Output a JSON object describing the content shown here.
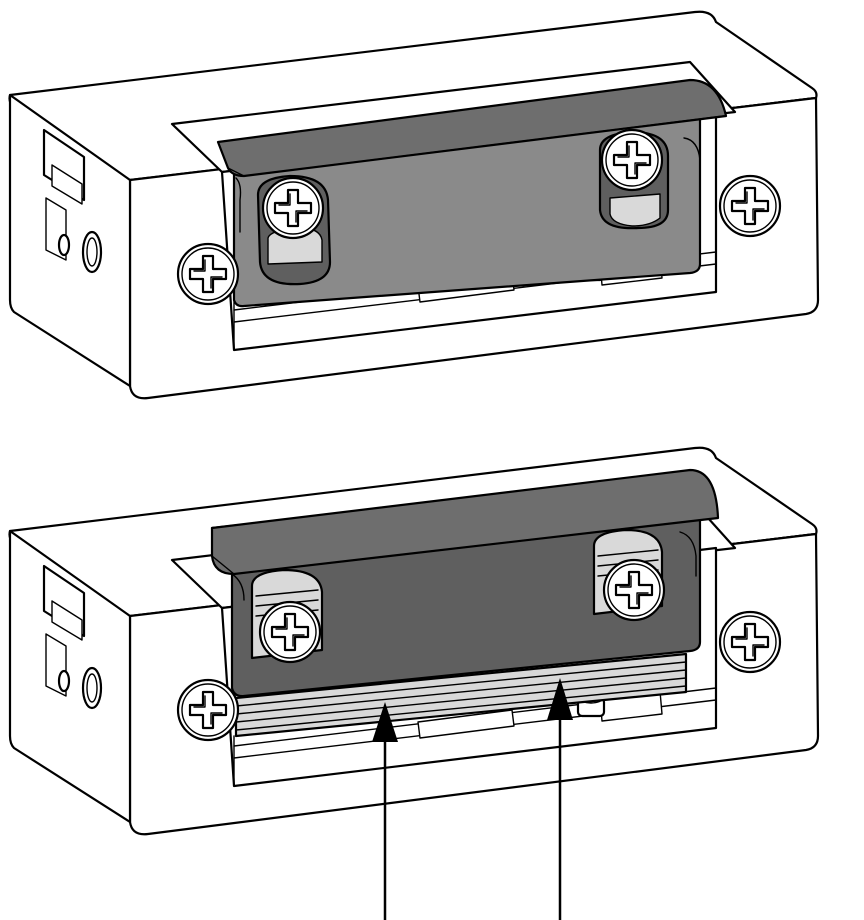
{
  "figure": {
    "views": [
      {
        "state": "upper"
      },
      {
        "state": "lower"
      }
    ],
    "arrow_count": 2
  },
  "colors": {
    "background": "#ffffff",
    "outline": "#000000",
    "body_fill": "#ffffff",
    "latch_fill": "#5f5f5f",
    "latch_top_fill": "#6e6e6e",
    "interior_fill": "#8a8a8a",
    "slot_fill": "#d9d9d9"
  },
  "icons": [
    "screw-icon",
    "arrow-up-icon"
  ]
}
